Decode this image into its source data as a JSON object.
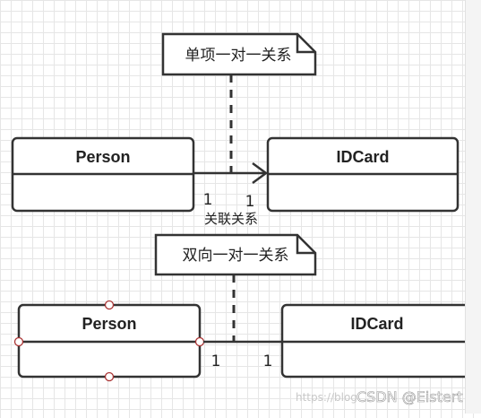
{
  "notes": {
    "top": "单项一对一关系",
    "bottom": "双向一对一关系"
  },
  "association_label": "关联关系",
  "top_diagram": {
    "left_class": "Person",
    "right_class": "IDCard",
    "multiplicity_left": "1",
    "multiplicity_right": "1"
  },
  "bottom_diagram": {
    "left_class": "Person",
    "right_class": "IDCard",
    "multiplicity_left": "1",
    "multiplicity_right": "1"
  },
  "watermark": {
    "url": "https://blog.",
    "brand": "CSDN @Eistert"
  }
}
